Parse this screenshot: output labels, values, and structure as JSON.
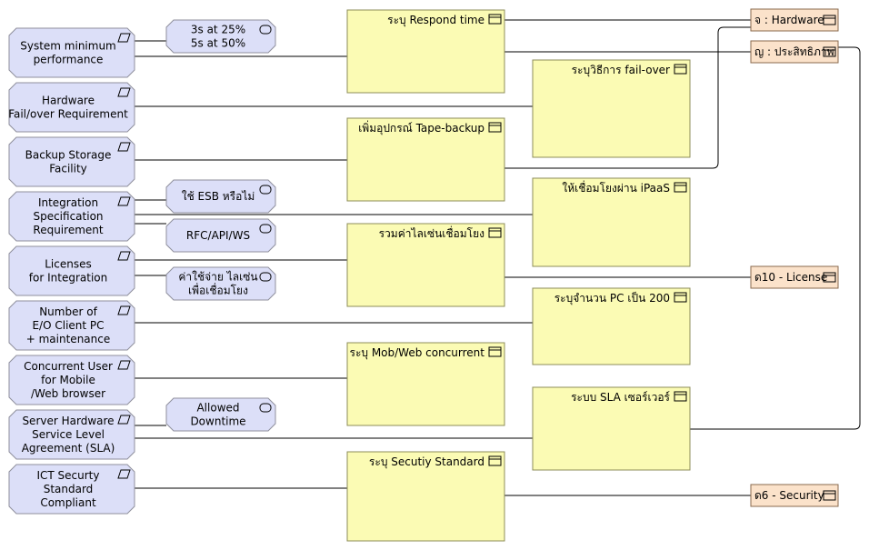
{
  "colors": {
    "requirement_fill": "#dcdff8",
    "requirement_stroke": "#8f8f9c",
    "constraint_fill": "#dcdff8",
    "workpackage_fill": "#fbfbb4",
    "workpackage_stroke": "#8c8c5a",
    "deliverable_fill": "#fbe2ca",
    "deliverable_stroke": "#8a6a4e",
    "line": "#000000"
  },
  "requirements": [
    {
      "id": "r1",
      "lines": [
        "System minimum",
        "performance"
      ],
      "icon": "requirement-icon"
    },
    {
      "id": "r2",
      "lines": [
        "Hardware",
        "Fail/over Requirement"
      ],
      "icon": "requirement-icon"
    },
    {
      "id": "r3",
      "lines": [
        "Backup Storage",
        "Facility"
      ],
      "icon": "requirement-icon"
    },
    {
      "id": "r4",
      "lines": [
        "Integration",
        "Specification",
        "Requirement"
      ],
      "icon": "requirement-icon"
    },
    {
      "id": "r5",
      "lines": [
        "Licenses",
        "for Integration"
      ],
      "icon": "requirement-icon"
    },
    {
      "id": "r6",
      "lines": [
        "Number of",
        "E/O Client PC",
        "+ maintenance"
      ],
      "icon": "requirement-icon"
    },
    {
      "id": "r7",
      "lines": [
        "Concurrent User",
        "for Mobile",
        "/Web browser"
      ],
      "icon": "requirement-icon"
    },
    {
      "id": "r8",
      "lines": [
        "Server Hardware",
        "Service Level",
        "Agreement (SLA)"
      ],
      "icon": "requirement-icon"
    },
    {
      "id": "r9",
      "lines": [
        "ICT Securty",
        "Standard",
        "Compliant"
      ],
      "icon": "requirement-icon"
    }
  ],
  "constraints": [
    {
      "id": "c1",
      "lines": [
        "3s at 25%",
        "5s at 50%"
      ],
      "icon": "constraint-icon"
    },
    {
      "id": "c2",
      "lines": [
        "ใช้ ESB หรือไม่"
      ],
      "icon": "constraint-icon"
    },
    {
      "id": "c3",
      "lines": [
        "RFC/API/WS"
      ],
      "icon": "constraint-icon"
    },
    {
      "id": "c4",
      "lines": [
        "ค่าใช้จ่าย ไลเซ่น",
        "เพื่อเชื่อมโยง"
      ],
      "icon": "constraint-icon"
    },
    {
      "id": "c5",
      "lines": [
        "Allowed",
        "Downtime"
      ],
      "icon": "constraint-icon"
    }
  ],
  "work_packages": [
    {
      "id": "w1",
      "title": "ระบุ Respond time",
      "icon": "work-package-icon"
    },
    {
      "id": "w2",
      "title": "เพิ่มอุปกรณ์ Tape-backup",
      "icon": "work-package-icon"
    },
    {
      "id": "w3",
      "title": "รวมค่าไลเซ่นเชื่อมโยง",
      "icon": "work-package-icon"
    },
    {
      "id": "w4",
      "title": "ระบุ Mob/Web concurrent",
      "icon": "work-package-icon"
    },
    {
      "id": "w5",
      "title": "ระบุ Secutiy Standard",
      "icon": "work-package-icon"
    },
    {
      "id": "w6",
      "title": "ระบุวิธีการ fail-over",
      "icon": "work-package-icon"
    },
    {
      "id": "w7",
      "title": "ให้เชื่อมโยงผ่าน iPaaS",
      "icon": "work-package-icon"
    },
    {
      "id": "w8",
      "title": "ระบุจำนวน PC เป็น 200",
      "icon": "work-package-icon"
    },
    {
      "id": "w9",
      "title": "ระบบ SLA เซอร์เวอร์",
      "icon": "work-package-icon"
    }
  ],
  "deliverables": [
    {
      "id": "d1",
      "title": "จ : Hardware",
      "icon": "deliverable-icon"
    },
    {
      "id": "d2",
      "title": "ญ : ประสิทธิภาพ",
      "icon": "deliverable-icon"
    },
    {
      "id": "d3",
      "title": "ด10 - License",
      "icon": "deliverable-icon"
    },
    {
      "id": "d4",
      "title": "ด6 - Security",
      "icon": "deliverable-icon"
    }
  ],
  "connections": [
    {
      "from": "r1",
      "to": "w1"
    },
    {
      "from": "r1",
      "to": "c1"
    },
    {
      "from": "r2",
      "to": "w6"
    },
    {
      "from": "r3",
      "to": "w2"
    },
    {
      "from": "r4",
      "to": "c2"
    },
    {
      "from": "r4",
      "to": "c3"
    },
    {
      "from": "r4",
      "to": "w7"
    },
    {
      "from": "r5",
      "to": "w3"
    },
    {
      "from": "r5",
      "to": "c4"
    },
    {
      "from": "r6",
      "to": "w8"
    },
    {
      "from": "r7",
      "to": "w4"
    },
    {
      "from": "r8",
      "to": "w9"
    },
    {
      "from": "r8",
      "to": "c5"
    },
    {
      "from": "r9",
      "to": "w5"
    },
    {
      "from": "w1",
      "to": "d1"
    },
    {
      "from": "w1",
      "to": "d2"
    },
    {
      "from": "w2",
      "to": "d1"
    },
    {
      "from": "w3",
      "to": "d3"
    },
    {
      "from": "w5",
      "to": "d4"
    },
    {
      "from": "w9",
      "to": "d2"
    }
  ]
}
